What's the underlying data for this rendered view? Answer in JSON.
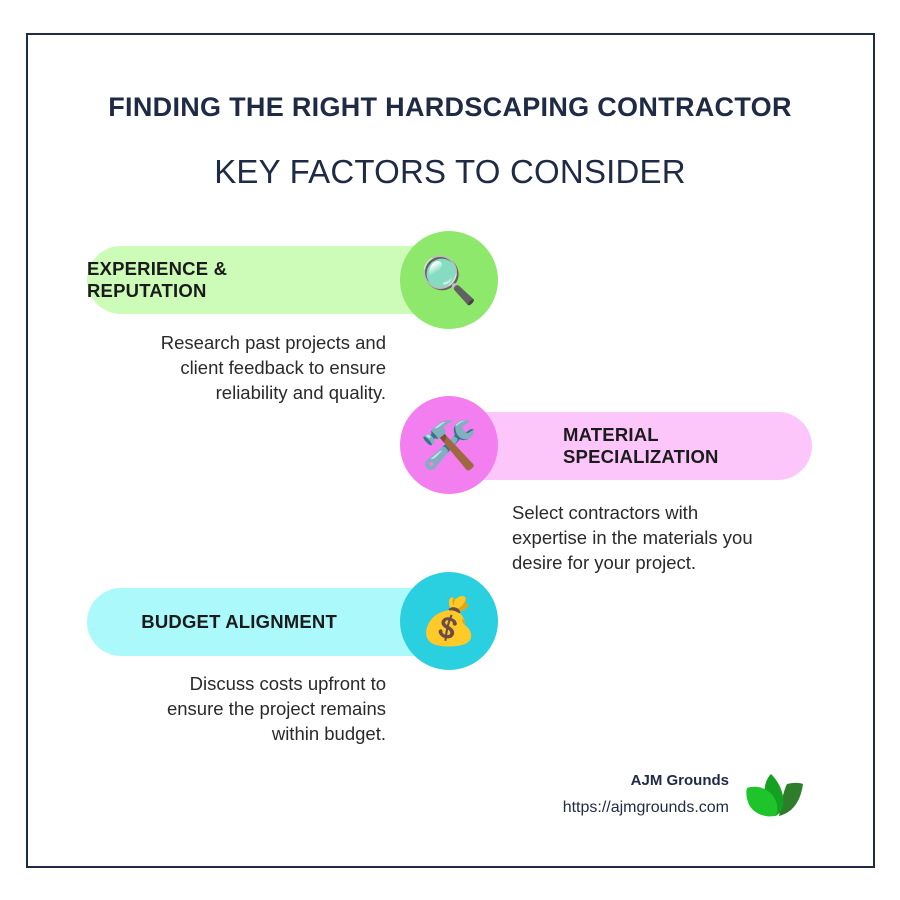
{
  "header": {
    "title": "FINDING THE RIGHT HARDSCAPING CONTRACTOR",
    "subtitle": "KEY FACTORS TO CONSIDER"
  },
  "factors": [
    {
      "label": "EXPERIENCE & REPUTATION",
      "icon": "magnifying-glass-icon",
      "glyph": "🔍",
      "description": [
        "Research past projects and",
        "client feedback to ensure",
        "reliability and quality."
      ],
      "pill_color": "#ccfcb8",
      "circle_color": "#8de86c"
    },
    {
      "label": "MATERIAL SPECIALIZATION",
      "icon": "hammer-and-wrench-icon",
      "glyph": "🛠️",
      "description": [
        "Select contractors with",
        "expertise in the materials you",
        "desire for your project."
      ],
      "pill_color": "#fdc6fb",
      "circle_color": "#f27ef0"
    },
    {
      "label": "BUDGET ALIGNMENT",
      "icon": "money-bag-icon",
      "glyph": "💰",
      "description": [
        "Discuss costs upfront to",
        "ensure the project remains",
        "within budget."
      ],
      "pill_color": "#acf9fc",
      "circle_color": "#2acfe0"
    }
  ],
  "footer": {
    "brand_name": "AJM Grounds",
    "url": "https://ajmgrounds.com",
    "logo_icon": "leaf-logo-icon"
  },
  "colors": {
    "navy": "#1f2a44",
    "leaf_light": "#1ec42a",
    "leaf_mid": "#14a021",
    "leaf_dark": "#2e7d2a"
  }
}
